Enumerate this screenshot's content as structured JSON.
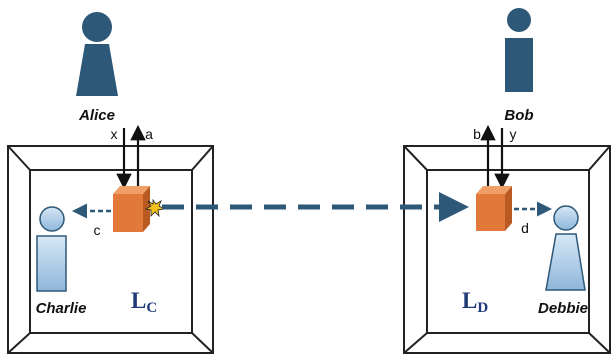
{
  "people": {
    "alice": "Alice",
    "bob": "Bob",
    "charlie": "Charlie",
    "debbie": "Debbie"
  },
  "arrows": {
    "x": "x",
    "a": "a",
    "b": "b",
    "y": "y",
    "c": "c",
    "d": "d"
  },
  "labs": {
    "left_main": "L",
    "left_sub": "C",
    "right_main": "L",
    "right_sub": "D"
  },
  "colors": {
    "person_dark": "#2e5878",
    "person_light": "#a8c8e4",
    "box_orange": "#e0793a",
    "dashed_link": "#2e5878",
    "lab_label": "#1f3a78"
  }
}
